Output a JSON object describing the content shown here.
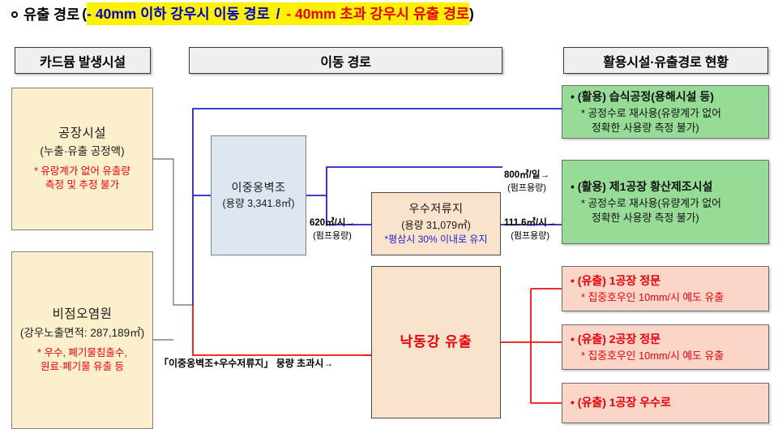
{
  "title": {
    "bullet": "○",
    "main": "유출 경로",
    "paren_open": "(",
    "paren_close": ")",
    "seg_blue": "- 40mm 이하 강우시 이동 경로",
    "separator": "/",
    "seg_red": "- 40mm 초과 강우시 유출 경로",
    "highlight_color": "#FFF200",
    "blue_color": "#0000CC",
    "red_color": "#E8000B"
  },
  "headers": {
    "left": "카드뮴 발생시설",
    "middle": "이동 경로",
    "right": "활용시설·유출경로 현황"
  },
  "sources": [
    {
      "title": "공장시설",
      "sub": "(누출·유출 공정액)",
      "note": "* 유랑계가 없어 유출량\n측정 및 추정 불가",
      "note_line1": "* 유랑계가 없어 유출량",
      "note_line2": "측정 및 추정 불가",
      "fill": "#FCF0CC"
    },
    {
      "title": "비점오염원",
      "sub": "(강우노출면적: 287,189㎡)",
      "note_line1": "* 우수, 폐기물침출수,",
      "note_line2": "원료·폐기물 유출 등",
      "fill": "#FCF0CC"
    }
  ],
  "middle": {
    "wall": {
      "title": "이중옹벽조",
      "sub": "(용량 3,341.8㎥)",
      "fill": "#DEE6F2"
    },
    "pond": {
      "title": "우수저류지",
      "sub": "(용량 31,079㎥)",
      "note": "*평삼시 30% 이내로 유지",
      "fill": "#FAE3CD"
    },
    "river": {
      "title": "낙동강 유출",
      "fill": "#FAE3CD"
    }
  },
  "flows": [
    {
      "id": "wall-to-pond",
      "rate": "620㎥/시→",
      "caption": "(펌프용량)"
    },
    {
      "id": "pond-to-factory1",
      "rate": "800㎥/일→",
      "caption": "(펌프용량)"
    },
    {
      "id": "pond-to-river",
      "rate": "111.6㎥/시→",
      "caption": "(펌프용량)"
    }
  ],
  "overflow_label": "「이중옹벽조+우수저류지」 뭉량 초과시→",
  "outcomes": [
    {
      "kind": "활용",
      "line1": "• (활용) 습식공정(용해시설 등)",
      "line2": "* 공정수로 재사용(유량계가 없어",
      "line3": "정확한 사용량 측정 불가)",
      "fill": "#96DC96"
    },
    {
      "kind": "활용",
      "line1": "• (활용) 제1공장 황산제조시설",
      "line2": "* 공정수로 재사용(유량계가 없어",
      "line3": "정확한 사용량 측정 불가)",
      "fill": "#96DC96"
    },
    {
      "kind": "유출",
      "line1": "• (유출) 1공장 정문",
      "line2": "* 집중호우인 10mm/시 예도 유출",
      "line3": "",
      "fill": "#FAD5C8"
    },
    {
      "kind": "유출",
      "line1": "• (유출) 2공장 정문",
      "line2": "* 집중호우인 10mm/시 예도 유출",
      "line3": "",
      "fill": "#FAD5C8"
    },
    {
      "kind": "유출",
      "line1": "• (유출) 1공장 우수로",
      "line2": "",
      "line3": "",
      "fill": "#FAD5C8"
    }
  ]
}
